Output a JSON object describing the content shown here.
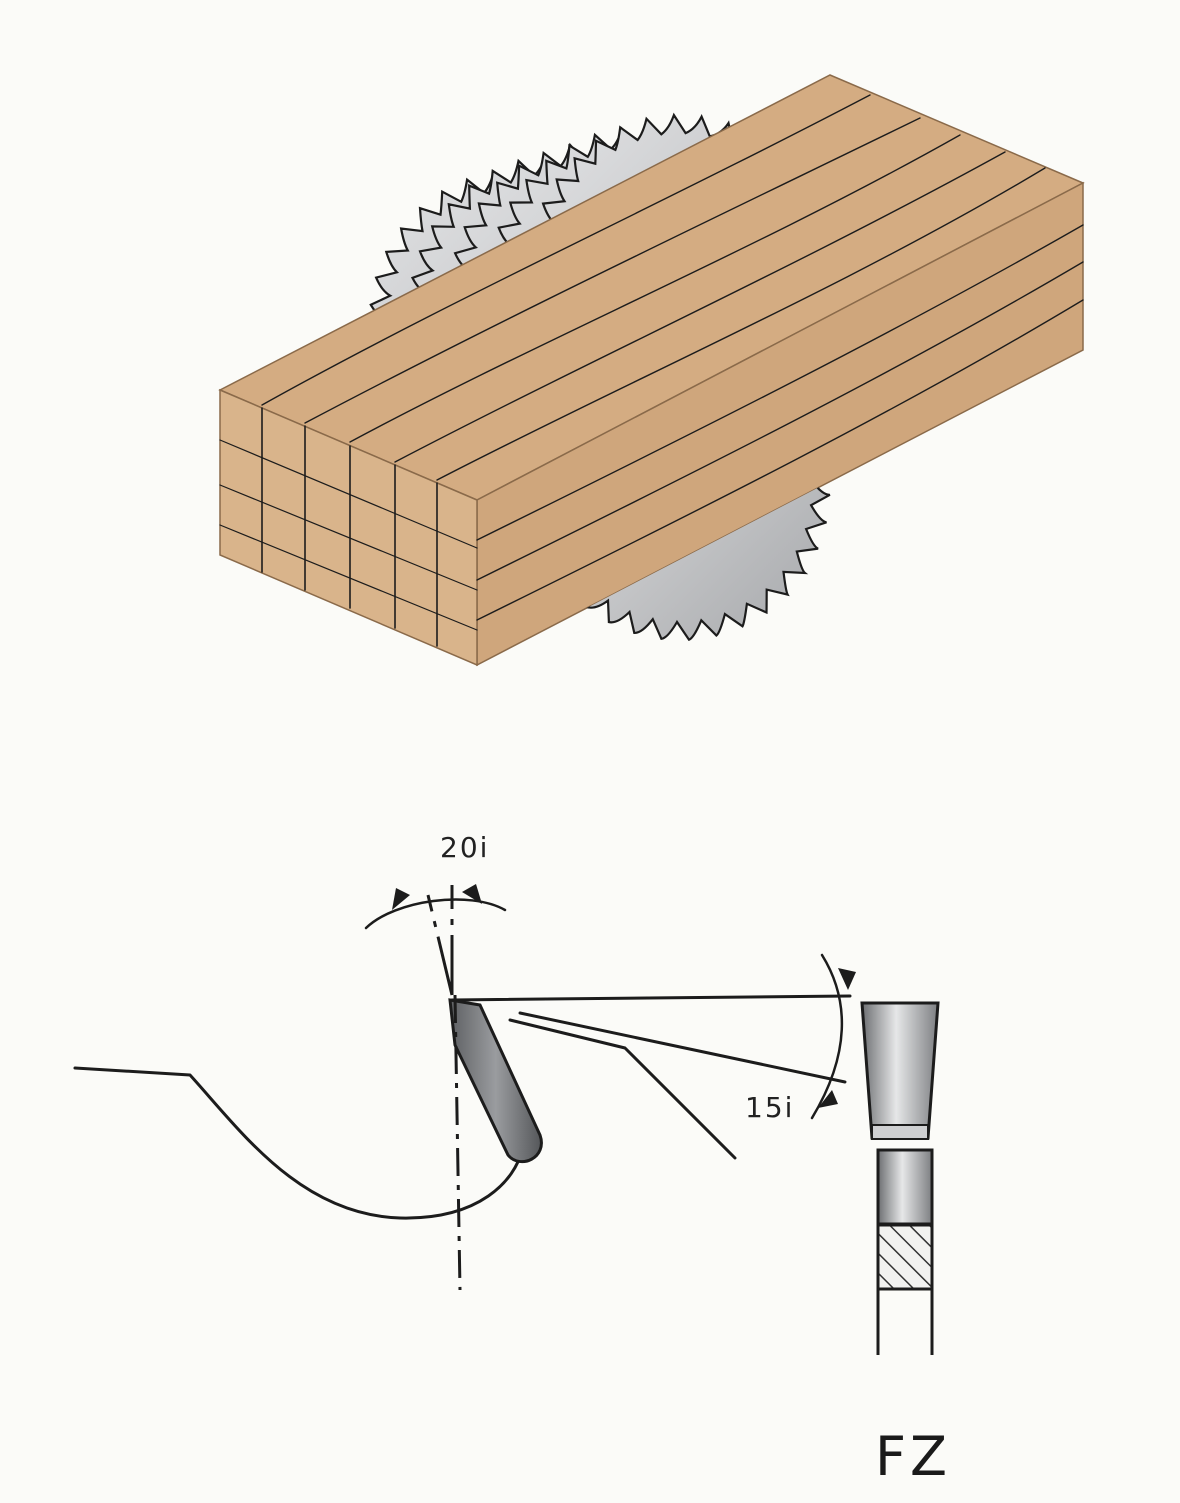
{
  "labels": {
    "rake_angle": "20i",
    "clearance_angle": "15i",
    "tooth_form": "FZ"
  },
  "colors": {
    "wood": "#d5ae84",
    "wood_dark": "#b98c5f",
    "blade": "#c9cacc",
    "blade_dark": "#8a8c90",
    "ink": "#1c1c1c",
    "tooth_fill": "#7b7d80",
    "background": "#fbfbf8"
  }
}
